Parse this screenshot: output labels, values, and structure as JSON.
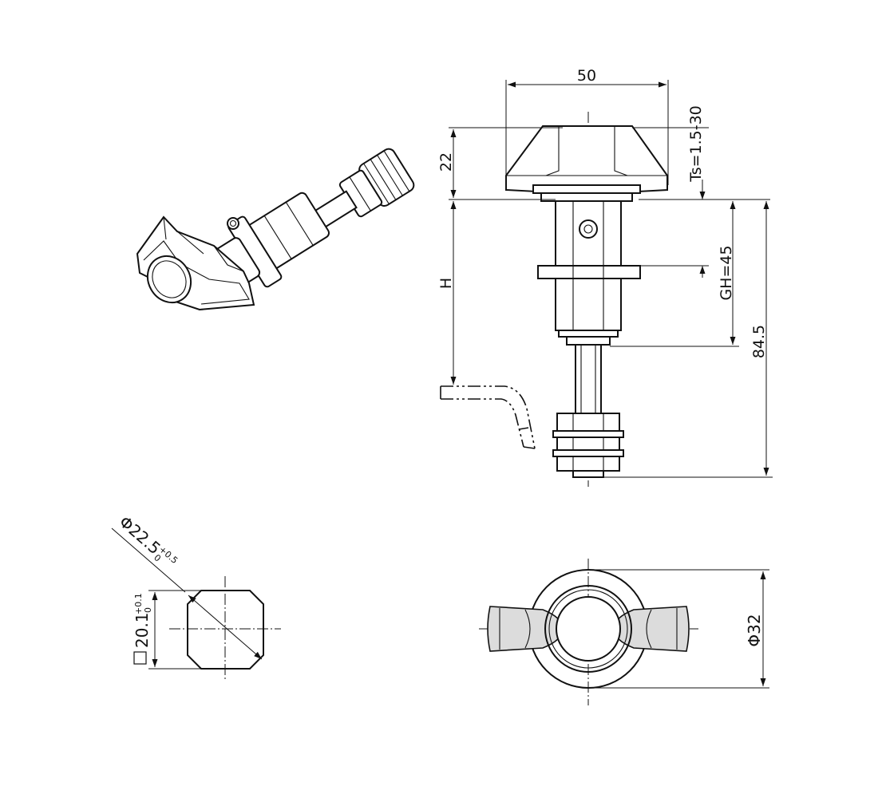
{
  "dimensions": {
    "head_width": "50",
    "head_height": "22",
    "panel_thickness": "Ts=1.5-30",
    "grip_height": "GH=45",
    "cam_height": "H",
    "overall_length": "84.5",
    "cutout_diameter": "Φ22.5",
    "cutout_diameter_tol_upper": "+0.5",
    "cutout_diameter_tol_lower": "0",
    "cutout_square": "20.1",
    "cutout_square_tol_upper": "+0.1",
    "cutout_square_tol_lower": "0",
    "flange_diameter": "Φ32"
  }
}
